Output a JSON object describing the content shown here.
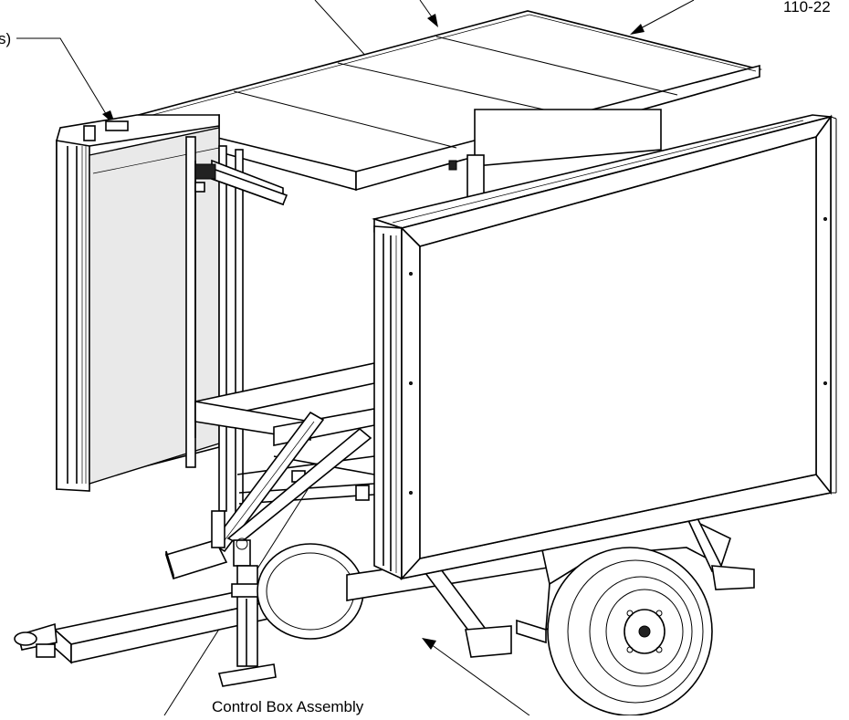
{
  "labels": {
    "top_right_partial": "110-22",
    "top_left_partial": "s)",
    "bottom_center": "Control Box Assembly"
  },
  "colors": {
    "line": "#000000",
    "background": "#ffffff"
  }
}
